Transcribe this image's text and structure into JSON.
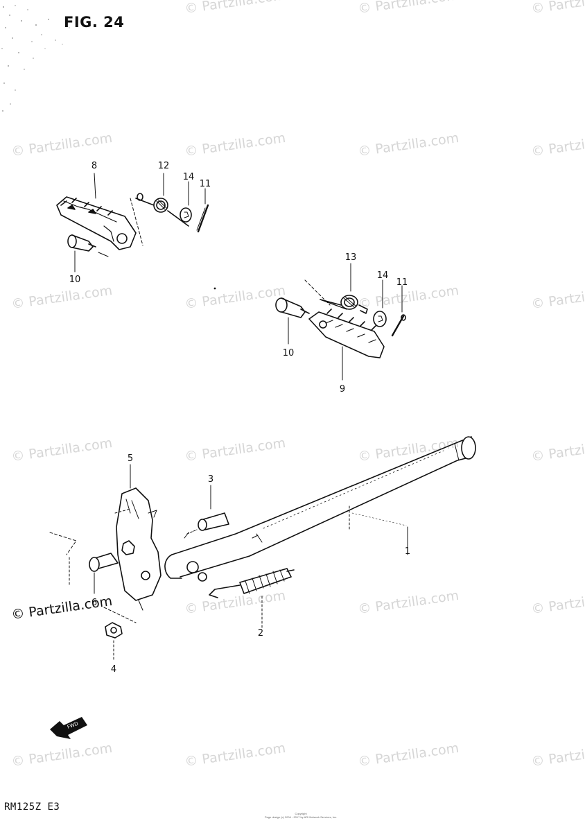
{
  "figure": {
    "title": "FIG. 24"
  },
  "model_code": "RM125Z E3",
  "copyright": {
    "line1": "Copyright",
    "line2": "Page design (c) 2004 - 2017 by ARI Network Services, Inc."
  },
  "watermark": "© Partzilla.com",
  "callouts": {
    "c1": "1",
    "c2": "2",
    "c3": "3",
    "c4": "4",
    "c5": "5",
    "c6": "6",
    "c8": "8",
    "c9": "9",
    "c10a": "10",
    "c10b": "10",
    "c11a": "11",
    "c11b": "11",
    "c12": "12",
    "c13": "13",
    "c14a": "14",
    "c14b": "14"
  },
  "icons": {
    "front_arrow": "front-direction-arrow-icon"
  }
}
